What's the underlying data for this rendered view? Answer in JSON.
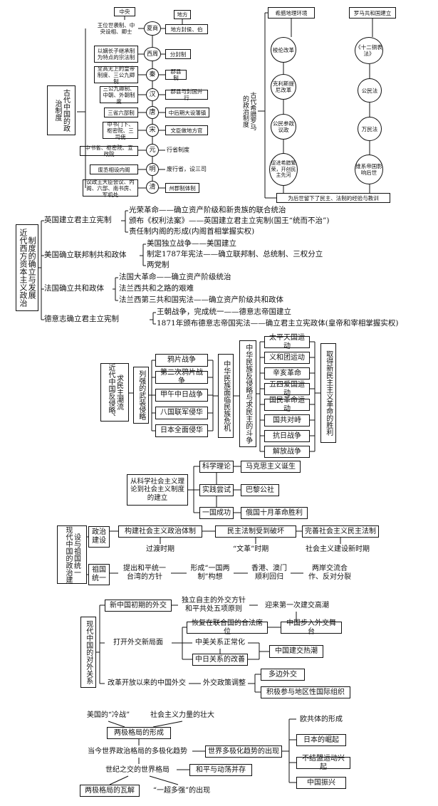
{
  "s1": {
    "left_title": "古代中国的政治制度",
    "central": "中央",
    "local": "地方",
    "dynasties": [
      "夏商",
      "西周",
      "秦",
      "汉",
      "唐",
      "宋",
      "元",
      "明",
      "清"
    ],
    "central_items": [
      "王位世袭制、中央设相、卿士",
      "以嫡长子继承制为特点的宗法制",
      "至高无上的皇帝制度、三公九卿制",
      "三公九卿制、中朝、外朝制度",
      "三省六部制",
      "中书门下、枢密院、三司使",
      "中书省、枢密院、宣政院",
      "废丞相设内阁",
      "议政王大臣会议、内阁、六部、南书房、军机处"
    ],
    "local_items": [
      "地方封侯、伯",
      "分封制",
      "郡县制",
      "郡县与封国并行",
      "中后期大设藩镇",
      "文臣做地方官",
      "行省制度",
      "废行省，设三司",
      "州郡制体制"
    ],
    "right_title": "古代希腊罗马的政治制度",
    "greece_head": "希腊地理环境",
    "greece_steps": [
      "梭伦改革",
      "克利斯提尼改革",
      "公民参政议政",
      "促进希腊繁荣，开创民主先河"
    ],
    "rome_head": "罗马共和国建立",
    "rome_steps": [
      "《十二铜表法》",
      "公民法",
      "万民法",
      "维系帝国影响后世"
    ],
    "bottom": "为后世留下了民主、法制的经验与教训"
  },
  "s2": {
    "title": "近代西方资本主义政治制度的确立与发展",
    "groups": [
      {
        "label": "英国建立君主立宪制",
        "items": [
          "光荣革命——确立资产阶级和新贵族的联合统治",
          "颁布《权利法案》——英国建立君主立宪制(国王“统而不治”)",
          "责任制内阁的形成(内阁首相掌握实权)"
        ]
      },
      {
        "label": "美国确立联邦制共和政体",
        "items": [
          "美国独立战争——美国建立",
          "制定1787年宪法——确立联邦制、总统制、三权分立",
          "两党制"
        ]
      },
      {
        "label": "法国确立共和政体",
        "items": [
          "法国大革命——确立资产阶级统治",
          "法兰西共和之路的艰难",
          "法兰西第三共和国宪法——确立资产阶级共和政体"
        ]
      },
      {
        "label": "德意志确立君主立宪制",
        "items": [
          "王朝战争，完成统一——德意志帝国建立",
          "1871年颁布德意志帝国宪法——确立君主立宪政体(皇帝和宰相掌握实权)"
        ]
      }
    ]
  },
  "s3": {
    "left": "近代中国反侵略、求民主潮流",
    "mid": "列强的武装侵略",
    "wars": [
      "鸦片战争",
      "第二次鸦片战争",
      "甲午中日战争",
      "八国联军侵华",
      "日本全面侵华"
    ],
    "crisis": "中华民族面临民族危机",
    "struggle": "中华民族反侵略与求民主的斗争",
    "events": [
      "太平天国运动",
      "义和团运动",
      "辛亥革命",
      "五四爱国运动",
      "国民革命运动",
      "国共对峙",
      "抗日战争",
      "解放战争"
    ],
    "result": "取得新民主主义革命的胜利"
  },
  "s4": {
    "root": "从科学社会主义理论到社会主义制度的建立",
    "items": [
      "科学理论",
      "实践尝试",
      "一国成功"
    ],
    "results": [
      "马克思主义诞生",
      "巴黎公社",
      "俄国十月革命胜利"
    ]
  },
  "s5": {
    "title": "现代中国的政治建设与祖国统一",
    "r1_label": "政治建设",
    "r1": [
      "构建社会主义政治体制",
      "民主法制受到破坏",
      "完善社会主义民主法制"
    ],
    "r1_sub": [
      "过渡时期",
      "“文革”时期",
      "社会主义建设新时期"
    ],
    "r2_label": "祖国统一",
    "r2": [
      "提出和平统一台湾的方针",
      "形成“一国两制”构想",
      "香港、澳门顺利回归",
      "两岸交流合作、反对分裂"
    ]
  },
  "s6": {
    "title": "现代中国的对外关系",
    "a": "新中国初期的外交",
    "a1": "独立自主的外交方针和平共处五项原则",
    "a2": "迎来第一次建交高潮",
    "b": "打开外交新局面",
    "b1": "恢复在联合国的合法席位",
    "b1r": "中国步入外交舞台",
    "b2": "中美关系正常化",
    "b3": "中日关系的改善",
    "b4": "中国建交热潮",
    "c": "改革开放以来的中国外交",
    "c1": "外交政策调整",
    "c2": "多边外交",
    "c3": "积极参与地区性国际组织"
  },
  "s7": {
    "top": [
      "美国的“冷战”",
      "社会主义力量的壮大"
    ],
    "bipolar": "两极格局的形成",
    "multi": "当今世界政治格局的多极化趋势",
    "rise": "世界多极化趋势的出现",
    "rise_items": [
      "欧共体的形成",
      "日本的崛起",
      "不结盟运动兴起",
      "中国振兴"
    ],
    "century": "世纪之交的世界格局",
    "peace": "和平与动荡并存",
    "bottom": [
      "两极格局的瓦解",
      "“一超多强”的出现"
    ]
  }
}
